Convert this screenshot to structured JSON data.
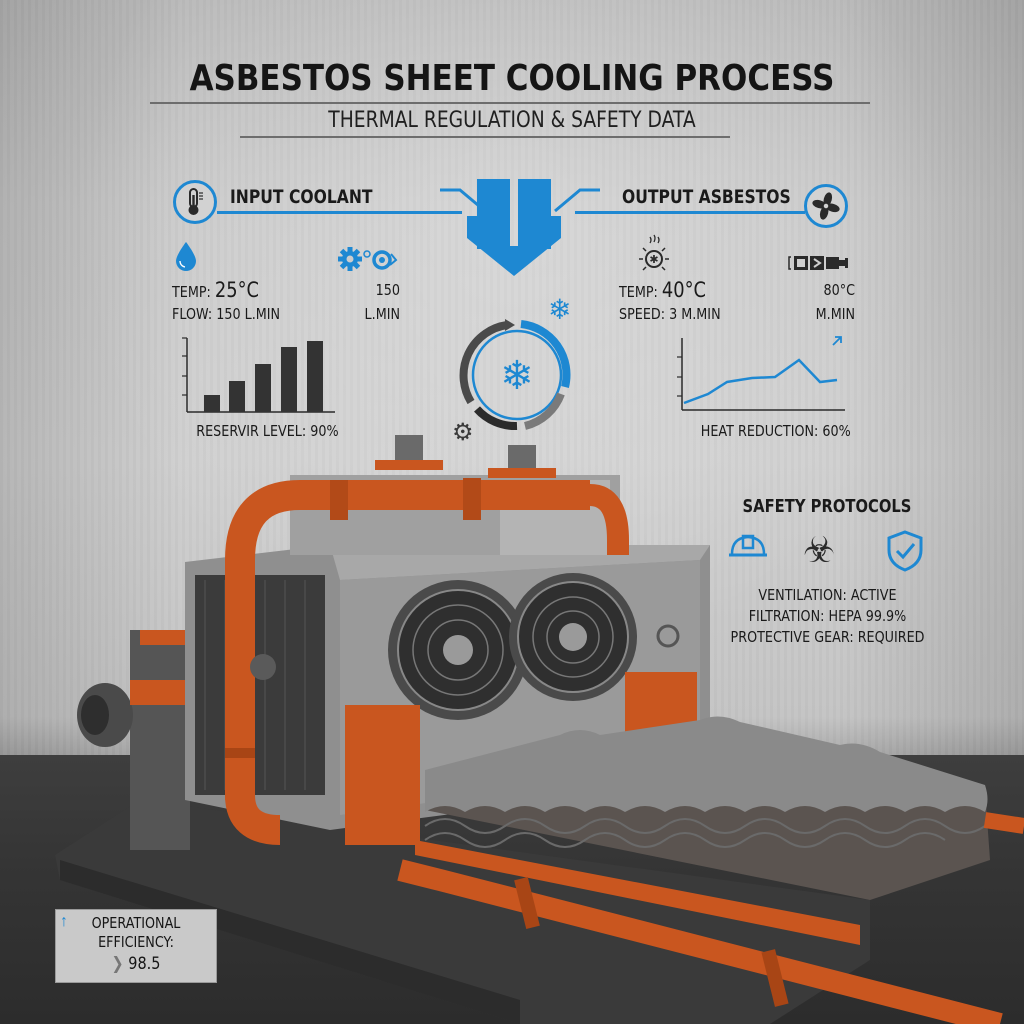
{
  "header": {
    "title": "ASBESTOS SHEET COOLING PROCESS",
    "subtitle": "THERMAL REGULATION & SAFETY DATA"
  },
  "input": {
    "heading": "INPUT COOLANT",
    "heading_icon": "thermometer-icon",
    "temp_label": "TEMP:",
    "temp_value": "25°C",
    "flow_label": "FLOW:",
    "flow_value": "150 L.MIN",
    "secondary_value": "150",
    "secondary_unit": "L.MIN",
    "icons": [
      "water-drop-icon",
      "gears-icon"
    ]
  },
  "output": {
    "heading": "OUTPUT ASBESTOS",
    "heading_icon": "fan-icon",
    "temp_label": "TEMP:",
    "temp_value": "40°C",
    "speed_label": "SPEED:",
    "speed_value": "3 M.MIN",
    "secondary_value": "80°C",
    "secondary_unit": "M.MIN",
    "icons": [
      "heat-sun-icon",
      "conveyor-icon"
    ]
  },
  "center": {
    "icons": [
      "down-arrow-icon",
      "snowflake-icon",
      "cycle-ring-icon",
      "gear-icon"
    ]
  },
  "chart_data": [
    {
      "type": "bar",
      "title": "",
      "caption": "RESERVIR LEVEL: 90%",
      "categories": [
        "1",
        "2",
        "3",
        "4",
        "5"
      ],
      "values": [
        18,
        34,
        54,
        74,
        82
      ],
      "ylim": [
        0,
        100
      ],
      "xlabel": "",
      "ylabel": "",
      "grid": false,
      "color": "#333333"
    },
    {
      "type": "line",
      "title": "",
      "caption": "HEAT REDUCTION: 60%",
      "x": [
        1,
        2,
        3,
        4,
        5,
        6,
        7,
        8
      ],
      "values": [
        12,
        22,
        34,
        37,
        38,
        58,
        36,
        38
      ],
      "ylim": [
        0,
        80
      ],
      "xlabel": "",
      "ylabel": "",
      "grid": false,
      "color": "#1e88d2",
      "annotation": "trend-up-arrow"
    }
  ],
  "safety": {
    "heading": "SAFETY PROTOCOLS",
    "icons": [
      "hard-hat-icon",
      "biohazard-icon",
      "shield-check-icon"
    ],
    "lines": [
      "VENTILATION: ACTIVE",
      "FILTRATION: HEPA 99.9%",
      "PROTECTIVE GEAR: REQUIRED"
    ]
  },
  "efficiency": {
    "label_line1": "OPERATIONAL",
    "label_line2": "EFFICIENCY:",
    "value": "98.5",
    "icon": "arrow-up-icon"
  },
  "colors": {
    "accent_blue": "#1e88d2",
    "pipe_orange": "#c9561f",
    "steel_gray": "#8c8c8c",
    "dark_bar": "#333333"
  }
}
